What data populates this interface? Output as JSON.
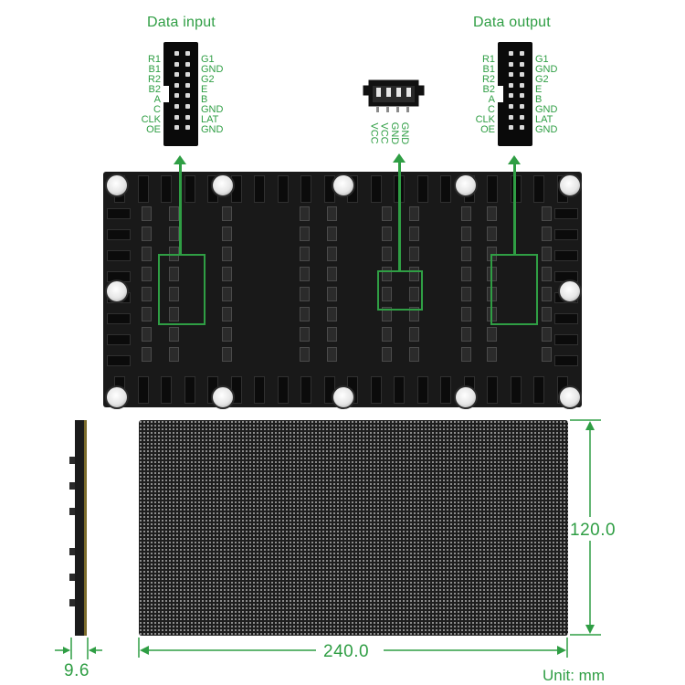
{
  "input_connector": {
    "title": "Data input",
    "left_pins": [
      "R1",
      "B1",
      "R2",
      "B2",
      "A",
      "C",
      "CLK",
      "OE"
    ],
    "right_pins": [
      "G1",
      "GND",
      "G2",
      "E",
      "B",
      "GND",
      "LAT",
      "GND"
    ]
  },
  "output_connector": {
    "title": "Data output",
    "left_pins": [
      "R1",
      "B1",
      "R2",
      "B2",
      "A",
      "C",
      "CLK",
      "OE"
    ],
    "right_pins": [
      "G1",
      "GND",
      "G2",
      "E",
      "B",
      "GND",
      "LAT",
      "GND"
    ]
  },
  "power_connector": {
    "pins": [
      "VCC",
      "VCC",
      "GND",
      "GND"
    ]
  },
  "dimensions": {
    "height": "120.0",
    "width": "240.0",
    "depth": "9.6",
    "unit_label": "Unit: mm"
  },
  "colors": {
    "accent": "#2f9e44",
    "board": "#191919",
    "panel": "#1e1e1e"
  }
}
